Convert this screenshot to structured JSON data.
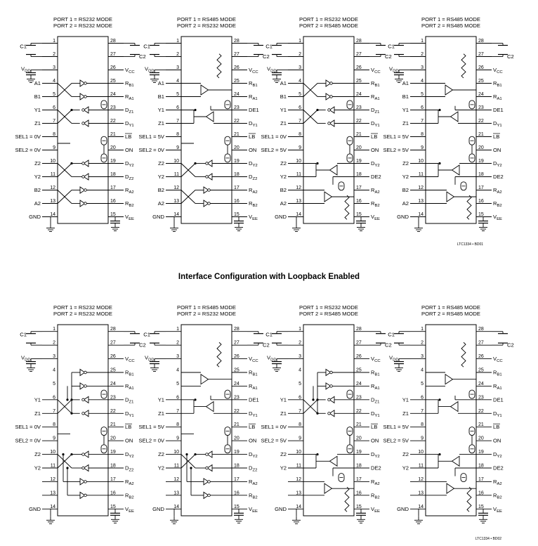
{
  "section_title": "Interface Configuration with Loopback Enabled",
  "doc_codes": {
    "top": "LTC1334 • BD01",
    "bottom": "LTC1334 • BD02"
  },
  "top_row": [
    {
      "header1": "PORT 1 = RS232 MODE",
      "header2": "PORT 2 = RS232 MODE",
      "left_pins": [
        [
          "C1",
          "1"
        ],
        [
          "",
          "2"
        ],
        [
          "VDD",
          "3"
        ],
        [
          "A1",
          "4"
        ],
        [
          "B1",
          "5"
        ],
        [
          "Y1",
          "6"
        ],
        [
          "Z1",
          "7"
        ],
        [
          "SEL1 = 0V",
          "8"
        ],
        [
          "SEL2 = 0V",
          "9"
        ],
        [
          "Z2",
          "10"
        ],
        [
          "Y2",
          "11"
        ],
        [
          "B2",
          "12"
        ],
        [
          "A2",
          "13"
        ],
        [
          "GND",
          "14"
        ]
      ],
      "right_pins": [
        [
          "28",
          ""
        ],
        [
          "27",
          "C2"
        ],
        [
          "26",
          "VCC"
        ],
        [
          "25",
          "RB1"
        ],
        [
          "24",
          "RA1"
        ],
        [
          "23",
          "DZ1"
        ],
        [
          "22",
          "DY1"
        ],
        [
          "21",
          "LB"
        ],
        [
          "20",
          "ON"
        ],
        [
          "19",
          "DY2"
        ],
        [
          "18",
          "DZ2"
        ],
        [
          "17",
          "RA2"
        ],
        [
          "16",
          "RB2"
        ],
        [
          "15",
          "VEE"
        ]
      ]
    },
    {
      "header1": "PORT 1 = RS485 MODE",
      "header2": "PORT 2 = RS232 MODE",
      "left_pins": [
        [
          "C1",
          "1"
        ],
        [
          "",
          "2"
        ],
        [
          "VDD",
          "3"
        ],
        [
          "A1",
          "4"
        ],
        [
          "B1",
          "5"
        ],
        [
          "Y1",
          "6"
        ],
        [
          "Z1",
          "7"
        ],
        [
          "SEL1 = 5V",
          "8"
        ],
        [
          "SEL2 = 0V",
          "9"
        ],
        [
          "Z2",
          "10"
        ],
        [
          "Y2",
          "11"
        ],
        [
          "B2",
          "12"
        ],
        [
          "A2",
          "13"
        ],
        [
          "GND",
          "14"
        ]
      ],
      "right_pins": [
        [
          "28",
          ""
        ],
        [
          "27",
          "C2"
        ],
        [
          "26",
          "VCC"
        ],
        [
          "25",
          "RB1"
        ],
        [
          "24",
          "RA1"
        ],
        [
          "23",
          "DE1"
        ],
        [
          "22",
          "DY1"
        ],
        [
          "21",
          "LB"
        ],
        [
          "20",
          "ON"
        ],
        [
          "19",
          "DY2"
        ],
        [
          "18",
          "DZ2"
        ],
        [
          "17",
          "RA2"
        ],
        [
          "16",
          "RB2"
        ],
        [
          "15",
          "VEE"
        ]
      ]
    },
    {
      "header1": "PORT 1 = RS232 MODE",
      "header2": "PORT 2 = RS485 MODE",
      "left_pins": [
        [
          "C1",
          "1"
        ],
        [
          "",
          "2"
        ],
        [
          "VDD",
          "3"
        ],
        [
          "A1",
          "4"
        ],
        [
          "B1",
          "5"
        ],
        [
          "Y1",
          "6"
        ],
        [
          "Z1",
          "7"
        ],
        [
          "SEL1 = 0V",
          "8"
        ],
        [
          "SEL2 = 5V",
          "9"
        ],
        [
          "Z2",
          "10"
        ],
        [
          "Y2",
          "11"
        ],
        [
          "B2",
          "12"
        ],
        [
          "A2",
          "13"
        ],
        [
          "GND",
          "14"
        ]
      ],
      "right_pins": [
        [
          "28",
          ""
        ],
        [
          "27",
          "C2"
        ],
        [
          "26",
          "VCC"
        ],
        [
          "25",
          "RB1"
        ],
        [
          "24",
          "RA1"
        ],
        [
          "23",
          "DZ1"
        ],
        [
          "22",
          "DY1"
        ],
        [
          "21",
          "LB"
        ],
        [
          "20",
          "ON"
        ],
        [
          "19",
          "DY2"
        ],
        [
          "18",
          "DE2"
        ],
        [
          "17",
          "RA2"
        ],
        [
          "16",
          "RB2"
        ],
        [
          "15",
          "VEE"
        ]
      ]
    },
    {
      "header1": "PORT 1 = RS485 MODE",
      "header2": "PORT 2 = RS485 MODE",
      "left_pins": [
        [
          "C1",
          "1"
        ],
        [
          "",
          "2"
        ],
        [
          "VDD",
          "3"
        ],
        [
          "A1",
          "4"
        ],
        [
          "B1",
          "5"
        ],
        [
          "Y1",
          "6"
        ],
        [
          "Z1",
          "7"
        ],
        [
          "SEL1 = 5V",
          "8"
        ],
        [
          "SEL2 = 5V",
          "9"
        ],
        [
          "Z2",
          "10"
        ],
        [
          "Y2",
          "11"
        ],
        [
          "B2",
          "12"
        ],
        [
          "A2",
          "13"
        ],
        [
          "GND",
          "14"
        ]
      ],
      "right_pins": [
        [
          "28",
          ""
        ],
        [
          "27",
          "C2"
        ],
        [
          "26",
          "VCC"
        ],
        [
          "25",
          "RB1"
        ],
        [
          "24",
          "RA1"
        ],
        [
          "23",
          "DE1"
        ],
        [
          "22",
          "DY1"
        ],
        [
          "21",
          "LB"
        ],
        [
          "20",
          "ON"
        ],
        [
          "19",
          "DY2"
        ],
        [
          "18",
          "DE2"
        ],
        [
          "17",
          "RA2"
        ],
        [
          "16",
          "RB2"
        ],
        [
          "15",
          "VEE"
        ]
      ]
    }
  ],
  "bottom_row": [
    {
      "header1": "PORT 1 = RS232 MODE",
      "header2": "PORT 2 = RS232 MODE",
      "left_pins": [
        [
          "C1",
          "1"
        ],
        [
          "",
          "2"
        ],
        [
          "VDD",
          "3"
        ],
        [
          "",
          "4"
        ],
        [
          "",
          "5"
        ],
        [
          "Y1",
          "6"
        ],
        [
          "Z1",
          "7"
        ],
        [
          "SEL1 = 0V",
          "8"
        ],
        [
          "SEL2 = 0V",
          "9"
        ],
        [
          "Z2",
          "10"
        ],
        [
          "Y2",
          "11"
        ],
        [
          "",
          "12"
        ],
        [
          "",
          "13"
        ],
        [
          "GND",
          "14"
        ]
      ],
      "right_pins": [
        [
          "28",
          ""
        ],
        [
          "27",
          "C2"
        ],
        [
          "26",
          "VCC"
        ],
        [
          "25",
          "RB1"
        ],
        [
          "24",
          "RA1"
        ],
        [
          "23",
          "DZ1"
        ],
        [
          "22",
          "DY1"
        ],
        [
          "21",
          "LB"
        ],
        [
          "20",
          "ON"
        ],
        [
          "19",
          "DY2"
        ],
        [
          "18",
          "DZ2"
        ],
        [
          "17",
          "RA2"
        ],
        [
          "16",
          "RB2"
        ],
        [
          "15",
          "VEE"
        ]
      ]
    },
    {
      "header1": "PORT 1 = RS485 MODE",
      "header2": "PORT 2 = RS232 MODE",
      "left_pins": [
        [
          "C1",
          "1"
        ],
        [
          "",
          "2"
        ],
        [
          "VDD",
          "3"
        ],
        [
          "",
          "4"
        ],
        [
          "",
          "5"
        ],
        [
          "Y1",
          "6"
        ],
        [
          "Z1",
          "7"
        ],
        [
          "SEL1 = 5V",
          "8"
        ],
        [
          "SEL2 = 0V",
          "9"
        ],
        [
          "Z2",
          "10"
        ],
        [
          "Y2",
          "11"
        ],
        [
          "",
          "12"
        ],
        [
          "",
          "13"
        ],
        [
          "GND",
          "14"
        ]
      ],
      "right_pins": [
        [
          "28",
          ""
        ],
        [
          "27",
          "C2"
        ],
        [
          "26",
          "VCC"
        ],
        [
          "25",
          "RB1"
        ],
        [
          "24",
          "RA1"
        ],
        [
          "23",
          "DE1"
        ],
        [
          "22",
          "DY1"
        ],
        [
          "21",
          "LB"
        ],
        [
          "20",
          "ON"
        ],
        [
          "19",
          "DY2"
        ],
        [
          "18",
          "DZ2"
        ],
        [
          "17",
          "RA2"
        ],
        [
          "16",
          "RB2"
        ],
        [
          "15",
          "VEE"
        ]
      ]
    },
    {
      "header1": "PORT 1 = RS232 MODE",
      "header2": "PORT 2 = RS485 MODE",
      "left_pins": [
        [
          "C1",
          "1"
        ],
        [
          "",
          "2"
        ],
        [
          "VDD",
          "3"
        ],
        [
          "",
          "4"
        ],
        [
          "",
          "5"
        ],
        [
          "Y1",
          "6"
        ],
        [
          "Z1",
          "7"
        ],
        [
          "SEL1 = 0V",
          "8"
        ],
        [
          "SEL2 = 5V",
          "9"
        ],
        [
          "Z2",
          "10"
        ],
        [
          "Y2",
          "11"
        ],
        [
          "",
          "12"
        ],
        [
          "",
          "13"
        ],
        [
          "GND",
          "14"
        ]
      ],
      "right_pins": [
        [
          "28",
          ""
        ],
        [
          "27",
          "C2"
        ],
        [
          "26",
          "VCC"
        ],
        [
          "25",
          "RB1"
        ],
        [
          "24",
          "RA1"
        ],
        [
          "23",
          "DZ1"
        ],
        [
          "22",
          "DY1"
        ],
        [
          "21",
          "LB"
        ],
        [
          "20",
          "ON"
        ],
        [
          "19",
          "DY2"
        ],
        [
          "18",
          "DE2"
        ],
        [
          "17",
          "RA2"
        ],
        [
          "16",
          "RB2"
        ],
        [
          "15",
          "VEE"
        ]
      ]
    },
    {
      "header1": "PORT 1 = RS485 MODE",
      "header2": "PORT 2 = RS485 MODE",
      "left_pins": [
        [
          "C1",
          "1"
        ],
        [
          "",
          "2"
        ],
        [
          "VDD",
          "3"
        ],
        [
          "",
          "4"
        ],
        [
          "",
          "5"
        ],
        [
          "Y1",
          "6"
        ],
        [
          "Z1",
          "7"
        ],
        [
          "SEL1 = 5V",
          "8"
        ],
        [
          "SEL2 = 5V",
          "9"
        ],
        [
          "Z2",
          "10"
        ],
        [
          "Y2",
          "11"
        ],
        [
          "",
          "12"
        ],
        [
          "",
          "13"
        ],
        [
          "GND",
          "14"
        ]
      ],
      "right_pins": [
        [
          "28",
          ""
        ],
        [
          "27",
          "C2"
        ],
        [
          "26",
          "VCC"
        ],
        [
          "25",
          "RB1"
        ],
        [
          "24",
          "RA1"
        ],
        [
          "23",
          "DE1"
        ],
        [
          "22",
          "DY1"
        ],
        [
          "21",
          "LB"
        ],
        [
          "20",
          "ON"
        ],
        [
          "19",
          "DY2"
        ],
        [
          "18",
          "DE2"
        ],
        [
          "17",
          "RA2"
        ],
        [
          "16",
          "RB2"
        ],
        [
          "15",
          "VEE"
        ]
      ]
    }
  ]
}
